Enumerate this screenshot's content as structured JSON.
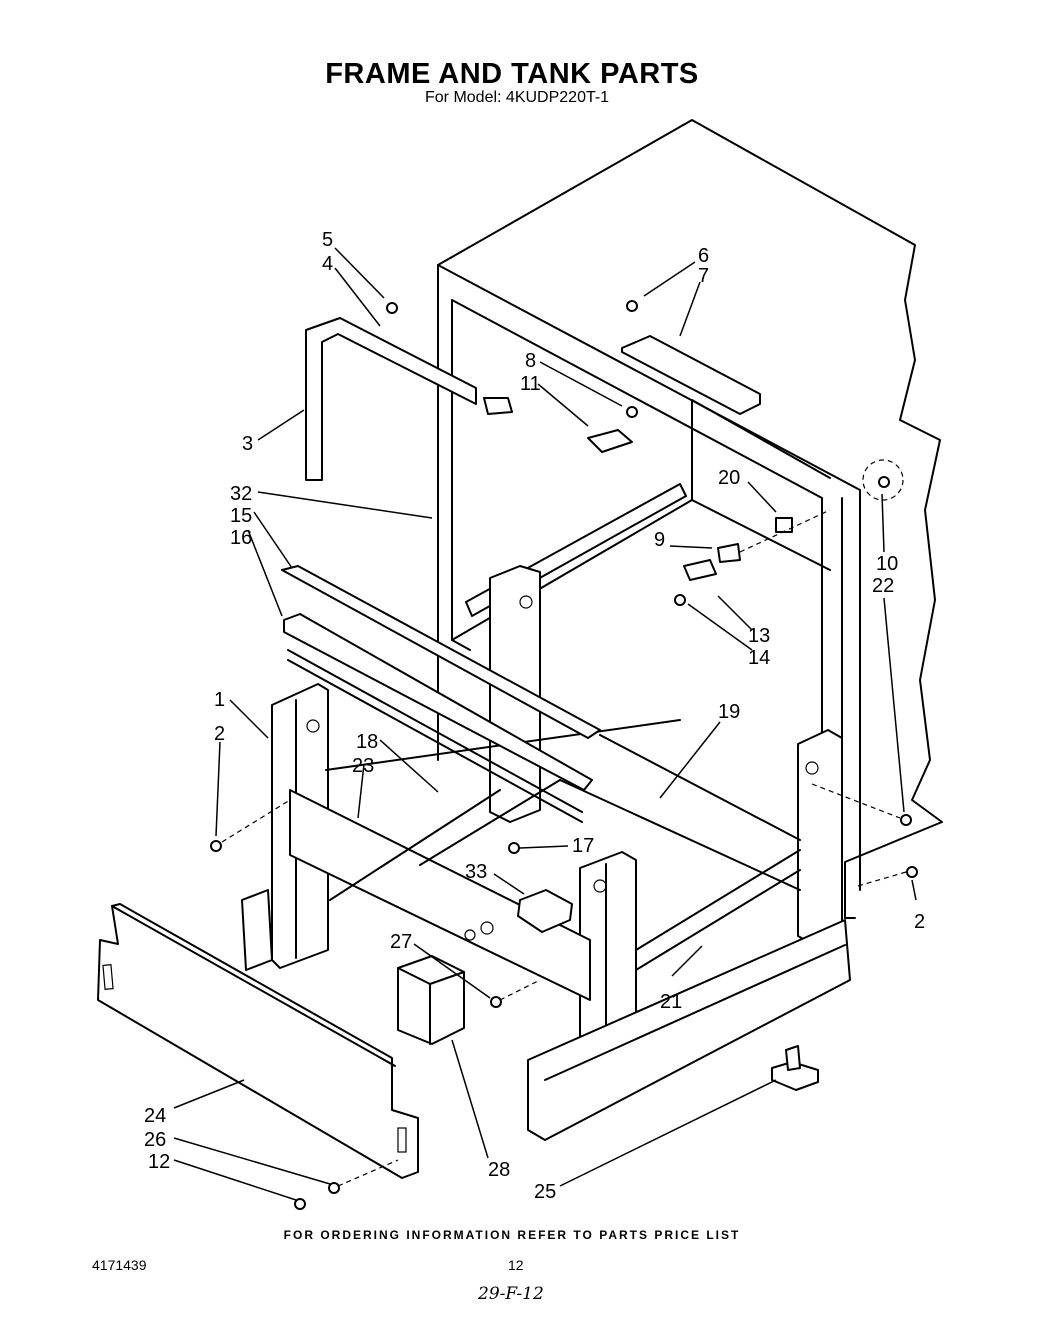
{
  "title": "FRAME AND TANK PARTS",
  "subtitle": "For Model: 4KUDP220T-1",
  "footer_note": "FOR ORDERING INFORMATION REFER TO PARTS PRICE LIST",
  "doc_number": "4171439",
  "page_number": "12",
  "handwritten_note": "29-F-12",
  "callouts": [
    "5",
    "4",
    "6",
    "7",
    "8",
    "11",
    "3",
    "32",
    "15",
    "16",
    "20",
    "9",
    "10",
    "22",
    "13",
    "14",
    "1",
    "2",
    "19",
    "18",
    "23",
    "17",
    "33",
    "2",
    "27",
    "21",
    "24",
    "26",
    "12",
    "28",
    "25"
  ]
}
